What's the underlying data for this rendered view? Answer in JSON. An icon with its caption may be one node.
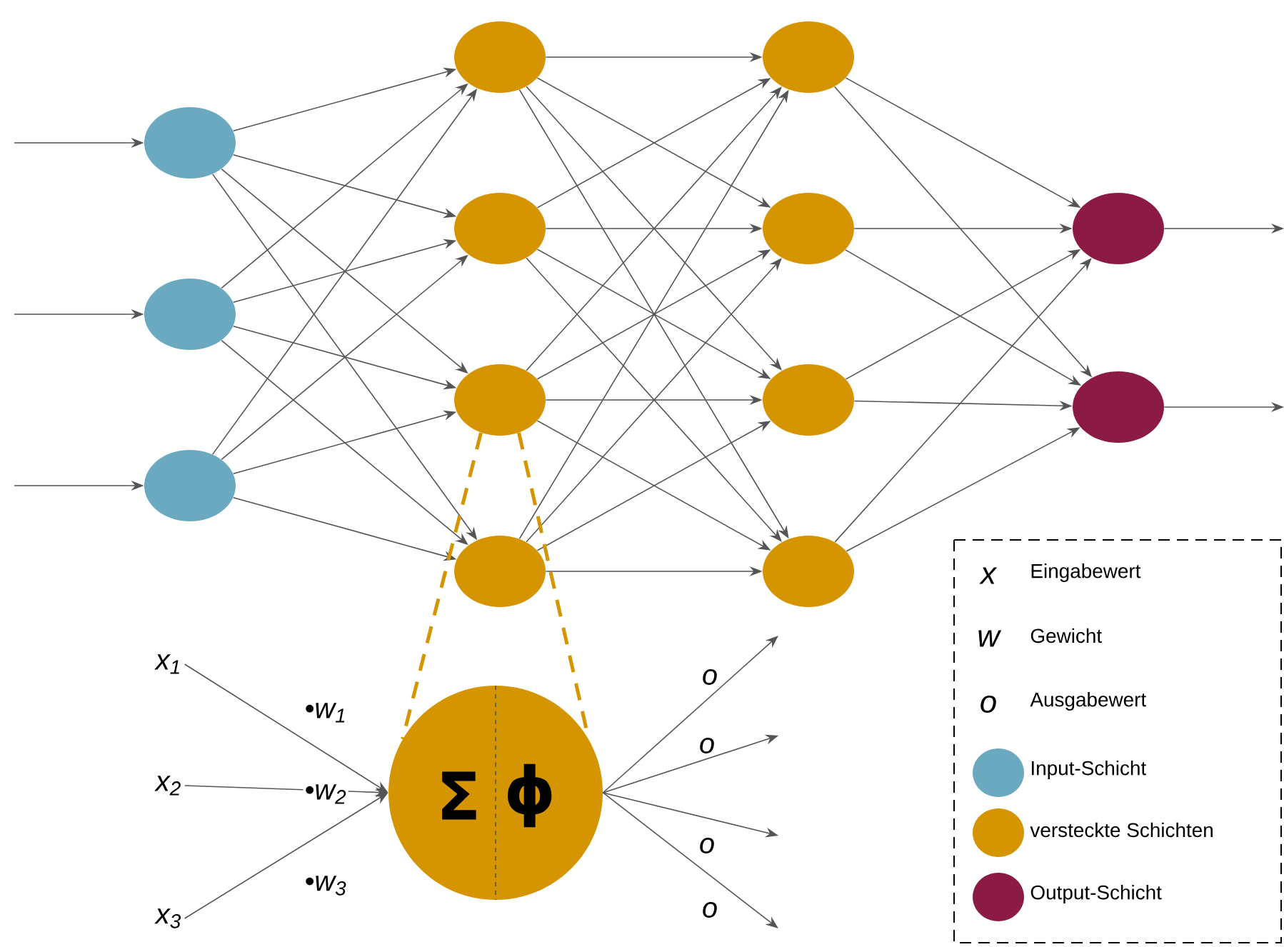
{
  "diagram": {
    "nodes": [
      {
        "text": [],
        "shape": "circle"
      },
      {
        "text": [],
        "shape": "circle"
      },
      {
        "text": [],
        "shape": "circle"
      },
      {
        "text": [],
        "shape": "circle"
      },
      {
        "text": [],
        "shape": "circle"
      },
      {
        "text": [],
        "shape": "circle"
      },
      {
        "text": [],
        "shape": "circle"
      },
      {
        "text": [],
        "shape": "circle"
      },
      {
        "text": [],
        "shape": "circle"
      },
      {
        "text": [],
        "shape": "circle"
      },
      {
        "text": [],
        "shape": "circle"
      },
      {
        "text": [],
        "shape": "circle"
      },
      {
        "text": [],
        "shape": "circle"
      },
      {
        "text": [
          "Σ",
          "ϕ"
        ]
      },
      {
        "text": [
          "x$_{1}$"
        ]
      },
      {
        "text": [
          "x$_{2}$"
        ]
      },
      {
        "text": [
          "x$_{3}$"
        ]
      }
    ],
    "edges": [
      {
        "from": null,
        "to": 0,
        "arrow": "to"
      },
      {
        "from": null,
        "to": 1,
        "arrow": "to"
      },
      {
        "from": null,
        "to": 2,
        "arrow": "to"
      },
      {
        "from": 0,
        "to": 3,
        "arrow": "to"
      },
      {
        "from": 0,
        "to": 4,
        "arrow": "to"
      },
      {
        "from": 0,
        "to": 5,
        "arrow": "to"
      },
      {
        "from": 0,
        "to": 6,
        "arrow": "to"
      },
      {
        "from": 1,
        "to": 3,
        "arrow": "to"
      },
      {
        "from": 1,
        "to": 4,
        "arrow": "to"
      },
      {
        "from": 1,
        "to": 5,
        "arrow": "to"
      },
      {
        "from": 1,
        "to": 6,
        "arrow": "to"
      },
      {
        "from": 2,
        "to": 3,
        "arrow": "to"
      },
      {
        "from": 2,
        "to": 4,
        "arrow": "to"
      },
      {
        "from": 2,
        "to": 5,
        "arrow": "to"
      },
      {
        "from": 2,
        "to": 6,
        "arrow": "to"
      },
      {
        "from": 3,
        "to": 7,
        "arrow": "to"
      },
      {
        "from": 3,
        "to": 8,
        "arrow": "to"
      },
      {
        "from": 3,
        "to": 9,
        "arrow": "to"
      },
      {
        "from": 3,
        "to": 10,
        "arrow": "to"
      },
      {
        "from": 4,
        "to": 7,
        "arrow": "to"
      },
      {
        "from": 4,
        "to": 8,
        "arrow": "to"
      },
      {
        "from": 4,
        "to": 9,
        "arrow": "to"
      },
      {
        "from": 4,
        "to": 10,
        "arrow": "to"
      },
      {
        "from": 5,
        "to": 7,
        "arrow": "to"
      },
      {
        "from": 5,
        "to": 8,
        "arrow": "to"
      },
      {
        "from": 5,
        "to": 9,
        "arrow": "to"
      },
      {
        "from": 5,
        "to": 10,
        "arrow": "to"
      },
      {
        "from": 6,
        "to": 7,
        "arrow": "to"
      },
      {
        "from": 6,
        "to": 8,
        "arrow": "to"
      },
      {
        "from": 6,
        "to": 9,
        "arrow": "to"
      },
      {
        "from": 6,
        "to": 10,
        "arrow": "to"
      },
      {
        "from": 7,
        "to": 11,
        "arrow": "to"
      },
      {
        "from": 7,
        "to": 12,
        "arrow": "to"
      },
      {
        "from": 8,
        "to": 11,
        "arrow": "to"
      },
      {
        "from": 8,
        "to": 12,
        "arrow": "to"
      },
      {
        "from": 9,
        "to": 11,
        "arrow": "to"
      },
      {
        "from": 9,
        "to": 12,
        "arrow": "to"
      },
      {
        "from": 10,
        "to": 11,
        "arrow": "to"
      },
      {
        "from": 10,
        "to": 12,
        "arrow": "to"
      },
      {
        "from": 11,
        "to": null,
        "arrow": "to"
      },
      {
        "from": 12,
        "to": null,
        "arrow": "to"
      },
      {
        "from": 5,
        "to": 13,
        "arrow": "none",
        "style": "dashed",
        "color": "#d59500"
      },
      {
        "from": 5,
        "to": 13,
        "arrow": "none",
        "style": "dashed",
        "color": "#d59500"
      },
      {
        "from": 14,
        "to": 13,
        "arrow": "to",
        "label": "•w$_{1}$"
      },
      {
        "from": 15,
        "to": 13,
        "arrow": "to",
        "label": "•w$_{2}$"
      },
      {
        "from": 16,
        "to": 13,
        "arrow": "to",
        "label": "•w$_{3}$"
      },
      {
        "from": 13,
        "to": null,
        "arrow": "to",
        "label": "o"
      },
      {
        "from": 13,
        "to": null,
        "arrow": "to",
        "label": "o"
      },
      {
        "from": 13,
        "to": null,
        "arrow": "to",
        "label": "o"
      },
      {
        "from": 13,
        "to": null,
        "arrow": "to",
        "label": "o"
      }
    ],
    "labels": [
      "x",
      "w",
      "o"
    ],
    "legend": [
      {
        "text": "Eingabewert"
      },
      {
        "text": "Gewicht"
      },
      {
        "text": "Ausgabewert"
      },
      {
        "text": "Input-Schicht",
        "color": "#6aa9c0"
      },
      {
        "text": "versteckte Schichten",
        "color": "#d59500"
      },
      {
        "text": "Output-Schicht",
        "color": "#8b1a45"
      }
    ]
  }
}
